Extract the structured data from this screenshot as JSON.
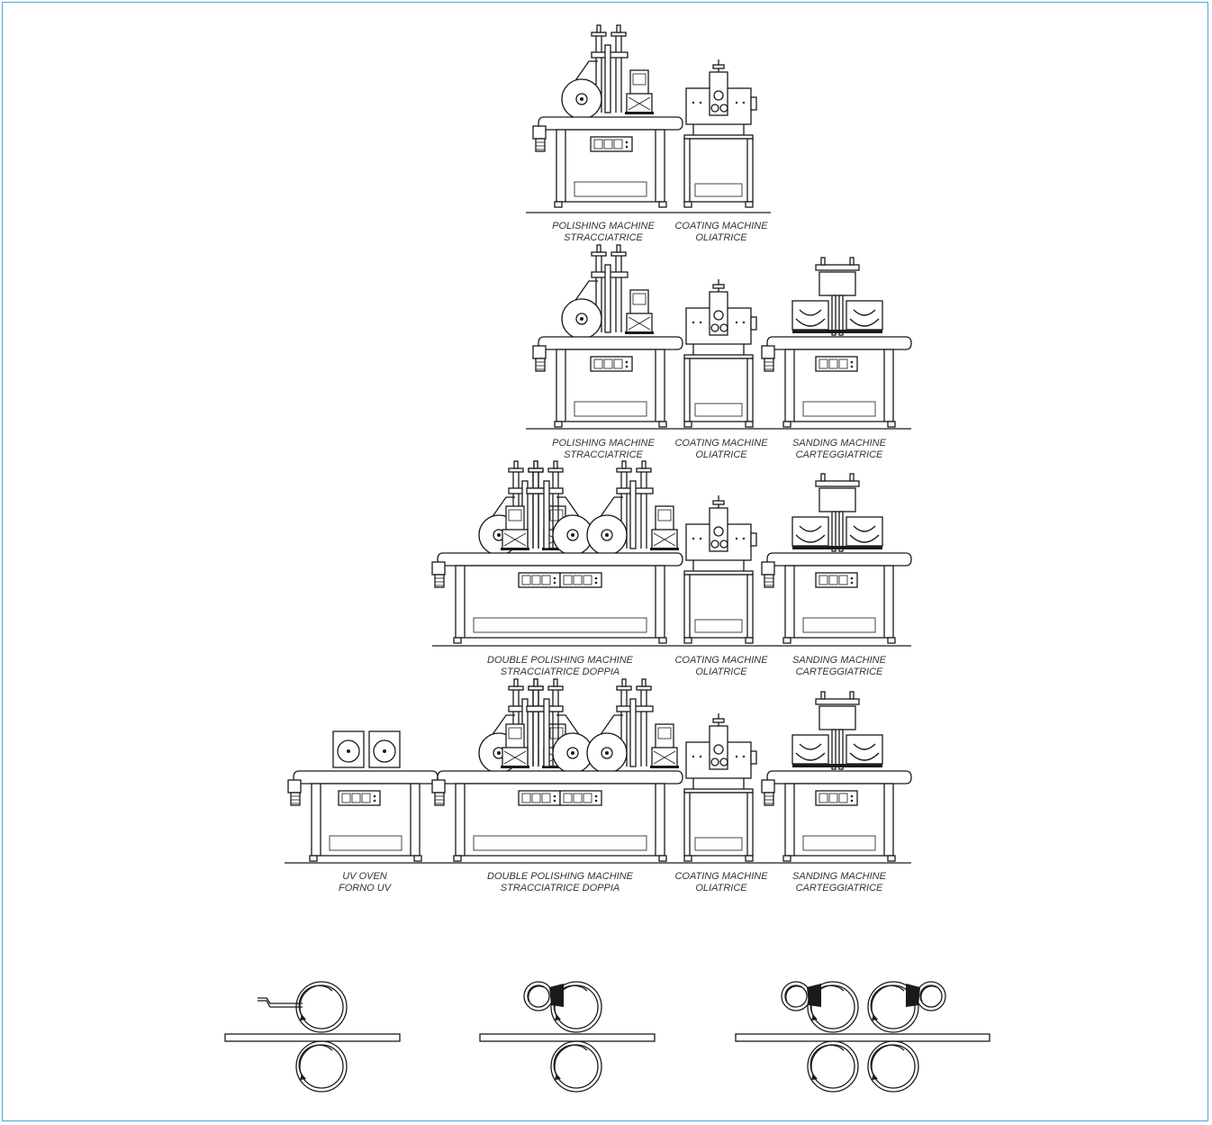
{
  "labels": {
    "polishing_en": "POLISHING MACHINE",
    "polishing_it": "STRACCIATRICE",
    "coating_en": "COATING MACHINE",
    "coating_it": "OLIATRICE",
    "sanding_en": "SANDING MACHINE",
    "sanding_it": "CARTEGGIATRICE",
    "double_en": "DOUBLE POLISHING MACHINE",
    "double_it": "STRACCIATRICE DOPPIA",
    "uv_en": "UV OVEN",
    "uv_it": "FORNO UV"
  },
  "colors": {
    "frame": "#4aa6dc",
    "line": "#1a1a1a",
    "text": "#333333"
  }
}
